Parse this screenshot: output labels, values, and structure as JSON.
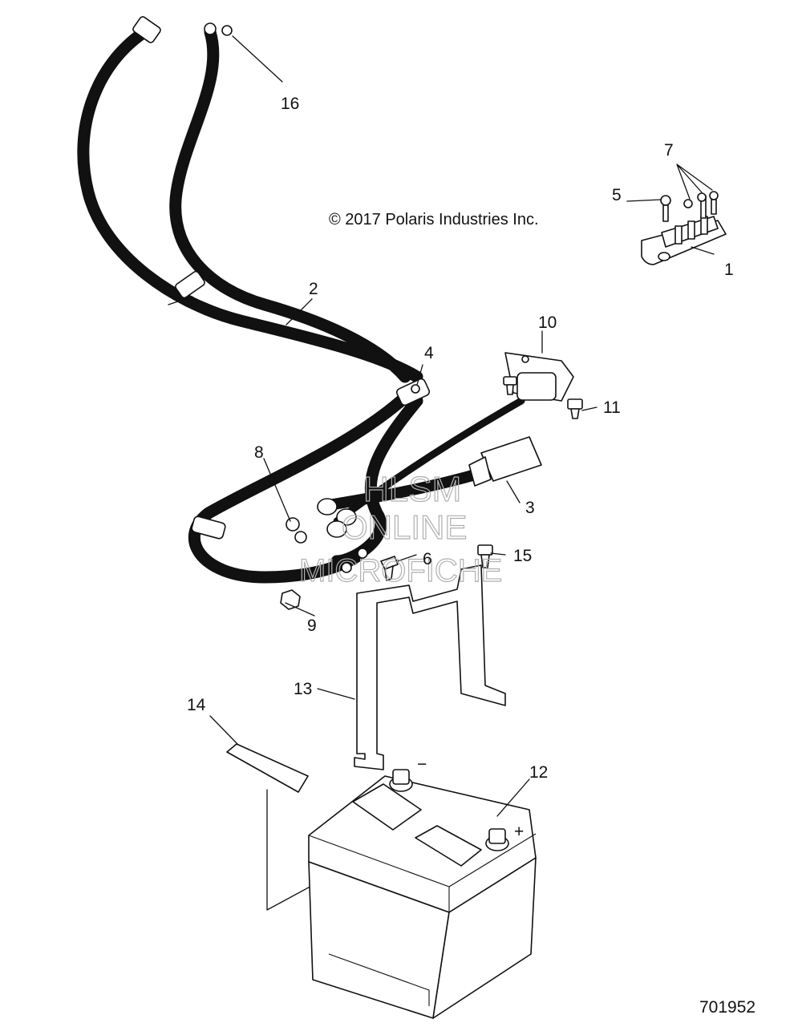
{
  "copyright": "© 2017 Polaris Industries Inc.",
  "document_number": "701952",
  "watermark": {
    "line1": "HLSM",
    "line2": "ONLINE",
    "line3": "MICROFICHE"
  },
  "callouts": {
    "c1": "1",
    "c2": "2",
    "c3": "3",
    "c4": "4",
    "c5": "5",
    "c6": "6",
    "c7": "7",
    "c8": "8",
    "c9": "9",
    "c10": "10",
    "c11": "11",
    "c12": "12",
    "c13": "13",
    "c14": "14",
    "c15": "15",
    "c16": "16"
  },
  "battery_terminal_marks": {
    "negative": "−",
    "positive": "+"
  }
}
